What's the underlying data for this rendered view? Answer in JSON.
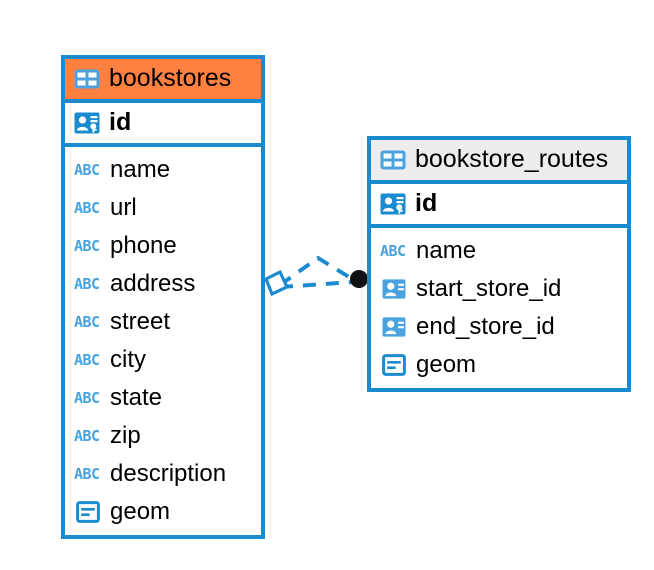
{
  "diagram": {
    "type": "entity-relationship-diagram",
    "background_color": "#ffffff",
    "accent_color": "#1b8bd0",
    "highlight_color": "#ff8040",
    "header_grey": "#ededed"
  },
  "entities": [
    {
      "name": "bookstores",
      "header_style": "orange",
      "icon": "table-icon",
      "primary_key": {
        "name": "id",
        "icon": "primary-key-icon"
      },
      "fields": [
        {
          "name": "name",
          "icon": "text-abc-icon",
          "type": "text"
        },
        {
          "name": "url",
          "icon": "text-abc-icon",
          "type": "text"
        },
        {
          "name": "phone",
          "icon": "text-abc-icon",
          "type": "text"
        },
        {
          "name": "address",
          "icon": "text-abc-icon",
          "type": "text"
        },
        {
          "name": "street",
          "icon": "text-abc-icon",
          "type": "text"
        },
        {
          "name": "city",
          "icon": "text-abc-icon",
          "type": "text"
        },
        {
          "name": "state",
          "icon": "text-abc-icon",
          "type": "text"
        },
        {
          "name": "zip",
          "icon": "text-abc-icon",
          "type": "text"
        },
        {
          "name": "description",
          "icon": "text-abc-icon",
          "type": "text"
        },
        {
          "name": "geom",
          "icon": "geometry-icon",
          "type": "geometry"
        }
      ]
    },
    {
      "name": "bookstore_routes",
      "header_style": "grey",
      "icon": "table-icon",
      "primary_key": {
        "name": "id",
        "icon": "primary-key-icon"
      },
      "fields": [
        {
          "name": "name",
          "icon": "text-abc-icon",
          "type": "text"
        },
        {
          "name": "start_store_id",
          "icon": "foreign-key-icon",
          "type": "reference"
        },
        {
          "name": "end_store_id",
          "icon": "foreign-key-icon",
          "type": "reference"
        },
        {
          "name": "geom",
          "icon": "geometry-icon",
          "type": "geometry"
        }
      ]
    }
  ],
  "relationship": {
    "from": "bookstores",
    "to": "bookstore_routes",
    "line_style": "dashed",
    "source_marker": "diamond",
    "target_marker": "filled-circle",
    "source_marker_color": "#1b8bd0",
    "target_marker_color": "#111111"
  },
  "abc_glyph": "ABC"
}
